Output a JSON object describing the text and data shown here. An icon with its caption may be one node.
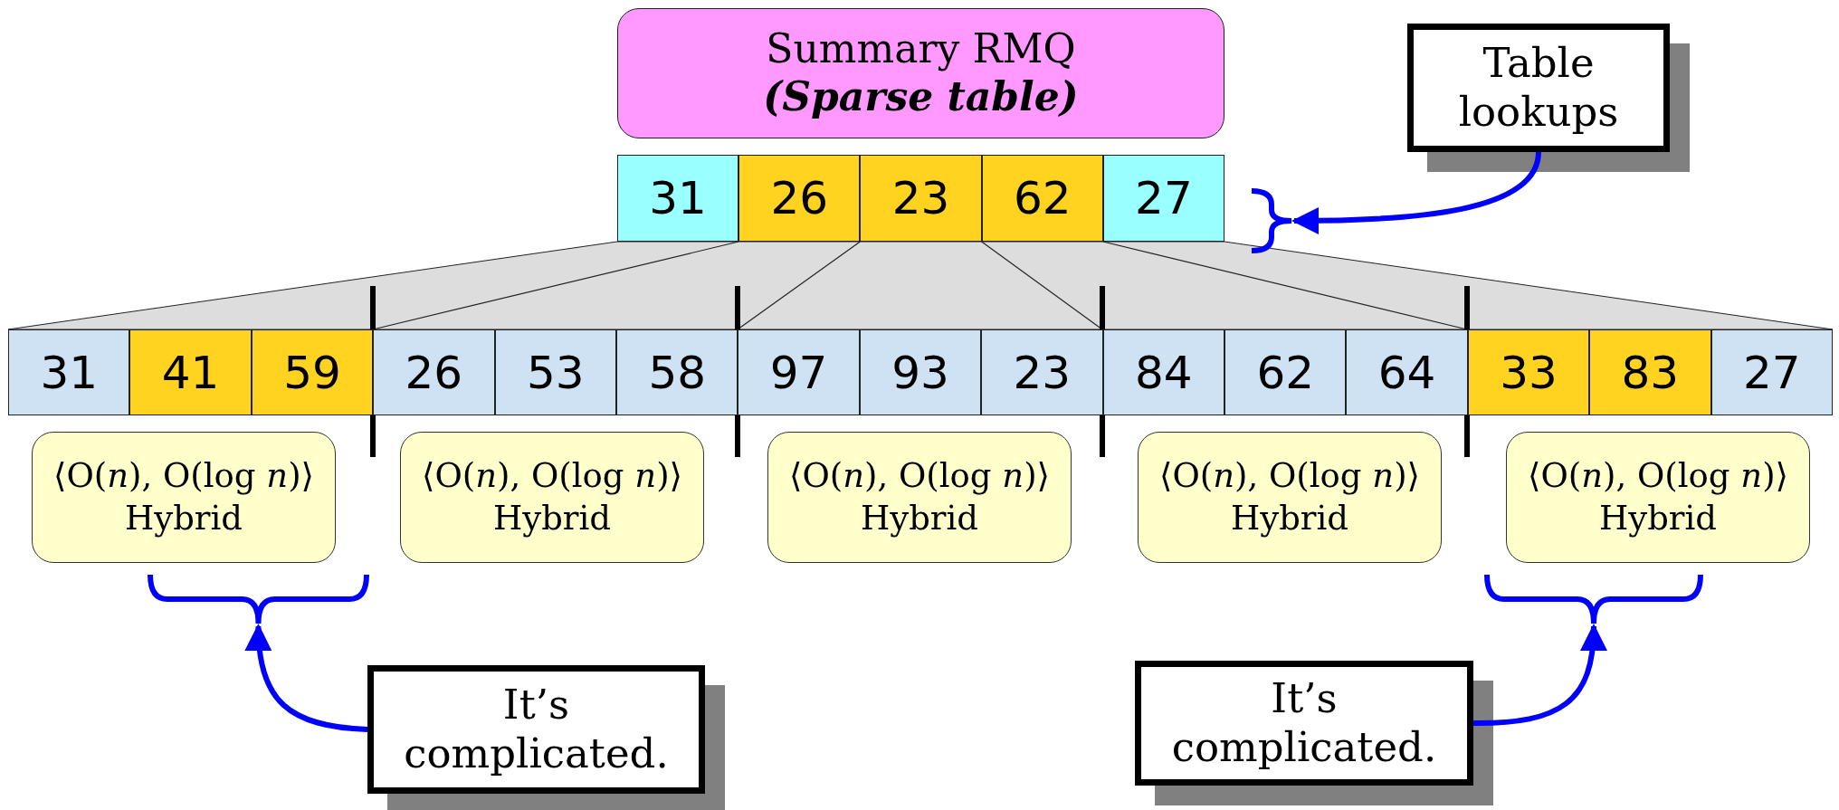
{
  "diagram": {
    "nodes": [
      {
        "text": [
          "Summary RMQ",
          "(Sparse table)"
        ]
      },
      {
        "text": [
          "Table lookups"
        ]
      },
      {
        "text": [
          "31"
        ]
      },
      {
        "text": [
          "26"
        ]
      },
      {
        "text": [
          "23"
        ]
      },
      {
        "text": [
          "62"
        ]
      },
      {
        "text": [
          "27"
        ]
      },
      {
        "text": [],
        "shape": "brace"
      },
      {
        "text": [
          "31"
        ]
      },
      {
        "text": [
          "41"
        ]
      },
      {
        "text": [
          "59"
        ]
      },
      {
        "text": [
          "26"
        ]
      },
      {
        "text": [
          "53"
        ]
      },
      {
        "text": [
          "58"
        ]
      },
      {
        "text": [
          "97"
        ]
      },
      {
        "text": [
          "93"
        ]
      },
      {
        "text": [
          "23"
        ]
      },
      {
        "text": [
          "84"
        ]
      },
      {
        "text": [
          "62"
        ]
      },
      {
        "text": [
          "64"
        ]
      },
      {
        "text": [
          "33"
        ]
      },
      {
        "text": [
          "83"
        ]
      },
      {
        "text": [
          "27"
        ]
      },
      {
        "text": [
          "⟨O(*n*), O(log *n*)⟩",
          "Hybrid"
        ]
      },
      {
        "text": [
          "⟨O(*n*), O(log *n*)⟩",
          "Hybrid"
        ]
      },
      {
        "text": [
          "⟨O(*n*), O(log *n*)⟩",
          "Hybrid"
        ]
      },
      {
        "text": [
          "⟨O(*n*), O(log *n*)⟩",
          "Hybrid"
        ]
      },
      {
        "text": [
          "⟨O(*n*), O(log *n*)⟩",
          "Hybrid"
        ]
      },
      {
        "text": [],
        "shape": "brace"
      },
      {
        "text": [],
        "shape": "brace"
      },
      {
        "text": [
          "It’s complicated."
        ]
      },
      {
        "text": [
          "It’s complicated."
        ]
      }
    ],
    "edges": [
      {
        "from": 1,
        "to": 7,
        "arrow": "to"
      },
      {
        "from": 30,
        "to": 28,
        "arrow": "to"
      },
      {
        "from": 31,
        "to": 29,
        "arrow": "to"
      }
    ]
  }
}
